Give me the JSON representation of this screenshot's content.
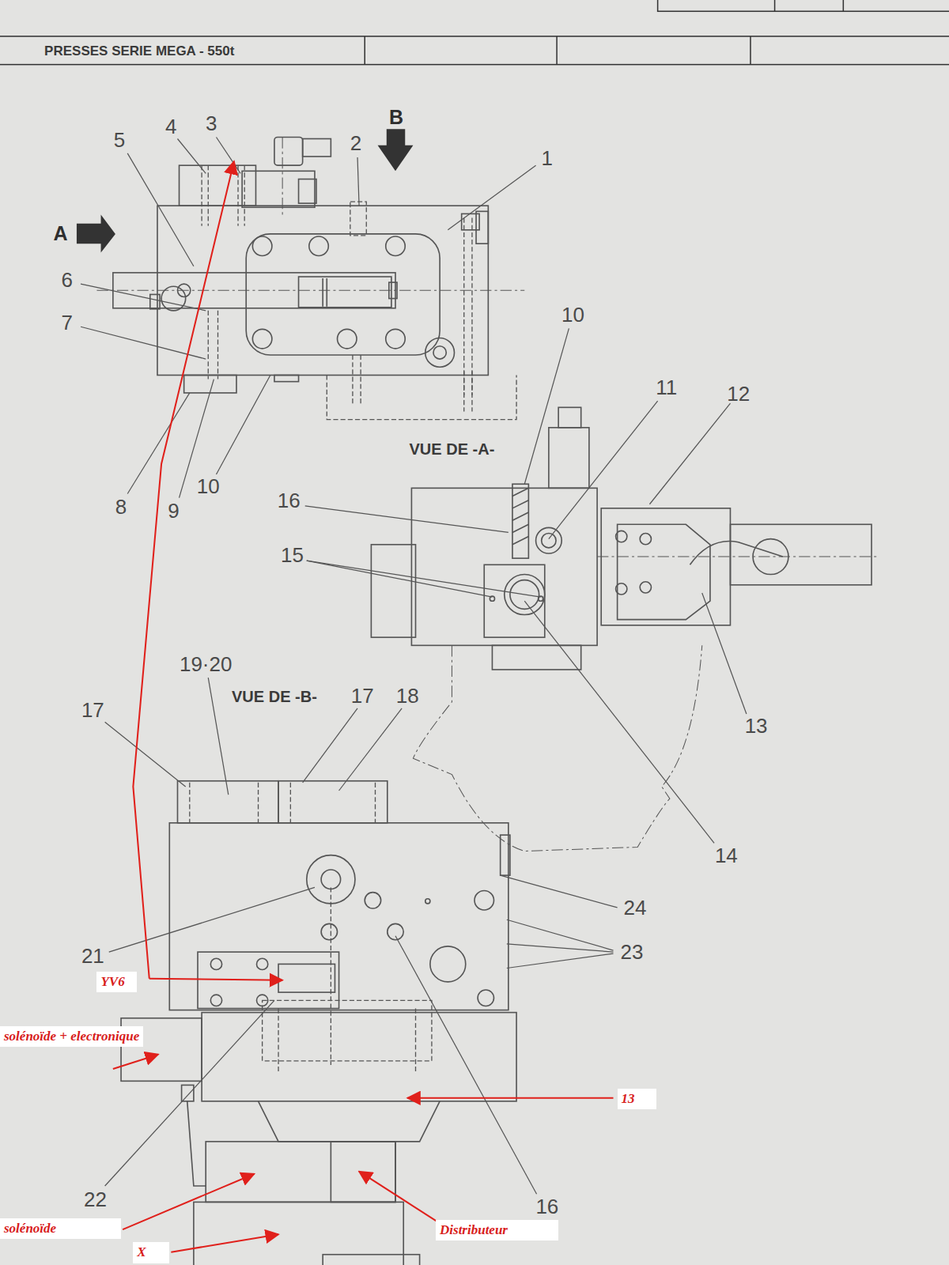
{
  "diagram": {
    "nodes": [
      {
        "text": [
          "YV6"
        ]
      },
      {
        "text": [
          "solénoïde + electronique"
        ]
      },
      {
        "text": [
          "13"
        ]
      },
      {
        "text": [
          "solénoïde"
        ]
      },
      {
        "text": [
          "Distributeur"
        ]
      },
      {
        "text": [
          "X"
        ]
      }
    ],
    "labels": [
      "PRESSES SERIE MEGA - 550t",
      "4",
      "3",
      "2",
      "1",
      "B",
      "5",
      "A",
      "6",
      "7",
      "8",
      "9",
      "10",
      "10",
      "11",
      "12",
      "VUE DE -A-",
      "16",
      "15",
      "13",
      "14",
      "19·20",
      "VUE DE -B-",
      "17",
      "18",
      "17",
      "24",
      "23",
      "21",
      "22",
      "16"
    ]
  }
}
